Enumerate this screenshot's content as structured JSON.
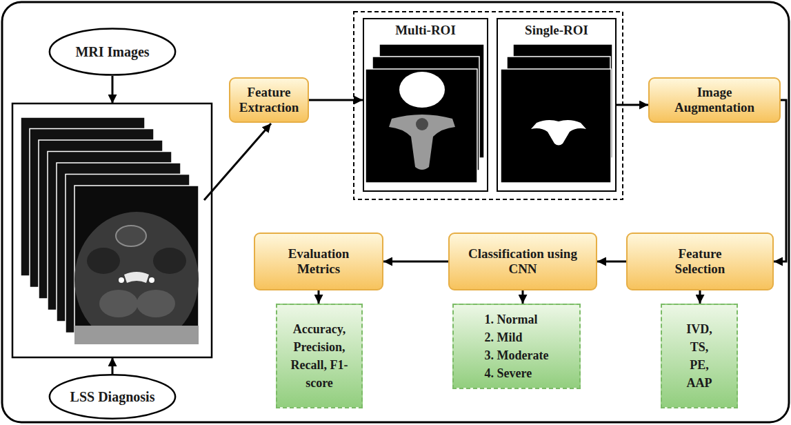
{
  "diagram": {
    "nodes": [
      {
        "text": [
          "MRI Images"
        ]
      },
      {
        "text": [
          "Feature Extraction"
        ]
      },
      {
        "text": [
          "Multi-ROI"
        ]
      },
      {
        "text": [
          "Single-ROI"
        ]
      },
      {
        "text": [
          "Image Augmentation"
        ]
      },
      {
        "text": [
          "Evaluation Metrics"
        ]
      },
      {
        "text": [
          "Classification using CNN"
        ]
      },
      {
        "text": [
          "Feature Selection"
        ]
      },
      {
        "text": [
          "Accuracy, Precision, Recall, F1-score"
        ]
      },
      {
        "text": [
          "1. Normal",
          "2. Mild",
          "3. Moderate",
          "4. Severe"
        ]
      },
      {
        "text": [
          "IVD, TS, PE, AAP"
        ]
      },
      {
        "text": [
          "LSS Diagnosis"
        ]
      }
    ],
    "edges": [
      {
        "from": 1,
        "to": 2,
        "arrow": "to"
      },
      {
        "from": 3,
        "to": 4,
        "arrow": "to"
      },
      {
        "from": 4,
        "to": 7,
        "arrow": "to"
      },
      {
        "from": 7,
        "to": 6,
        "arrow": "to"
      },
      {
        "from": 6,
        "to": 5,
        "arrow": "to"
      },
      {
        "from": 5,
        "to": 8,
        "arrow": "to"
      },
      {
        "from": 6,
        "to": 9,
        "arrow": "to"
      },
      {
        "from": 7,
        "to": 10,
        "arrow": "to"
      }
    ]
  }
}
